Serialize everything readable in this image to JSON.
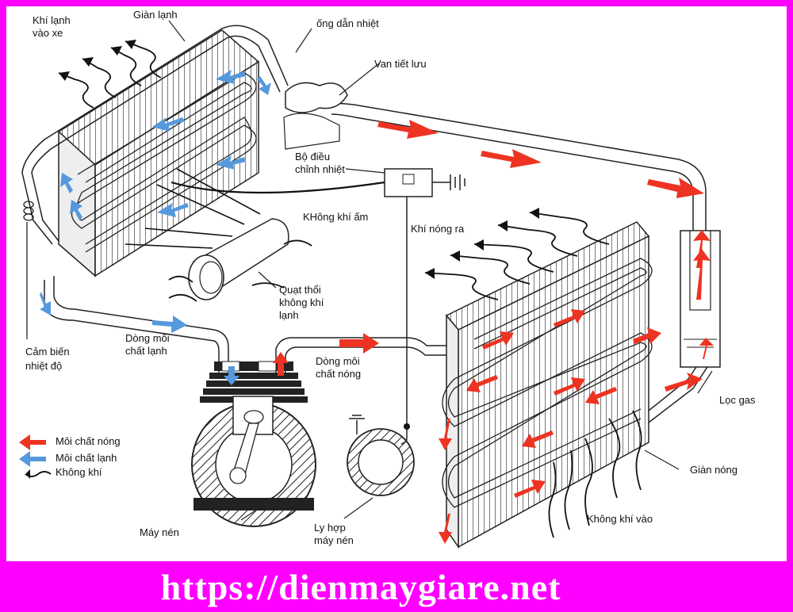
{
  "labels": {
    "cold_air_out_1": "Khí lạnh",
    "cold_air_out_2": "vào xe",
    "evaporator": "Giàn lạnh",
    "heat_tube": "ống dẫn nhiệt",
    "expansion_valve": "Van tiết lưu",
    "thermostat_1": "Bộ điều",
    "thermostat_2": "chỉnh nhiệt",
    "warm_air": "KHông khí ấm",
    "hot_air_out": "Khí nóng ra",
    "blower_1": "Quạt thổi",
    "blower_2": "không khí",
    "blower_3": "lạnh",
    "temp_sensor_1": "Cảm biến",
    "temp_sensor_2": "nhiệt độ",
    "cold_flow_1": "Dòng môi",
    "cold_flow_2": "chất lạnh",
    "hot_flow_1": "Dòng môi",
    "hot_flow_2": "chất nóng",
    "gas_filter": "Lọc gas",
    "condenser": "Giàn nóng",
    "air_in": "Không khí vào",
    "compressor": "Máy nén",
    "clutch_1": "Ly hợp",
    "clutch_2": "máy nén"
  },
  "legend": {
    "hot": "Môi chất nóng",
    "cold": "Môi chất lạnh",
    "air": "Không khí"
  },
  "colors": {
    "hot": "#ee3322",
    "cold": "#5599dd",
    "line": "#111111",
    "frame": "#ff00ff"
  },
  "footer": {
    "url": "https://dienmaygiare.net"
  }
}
